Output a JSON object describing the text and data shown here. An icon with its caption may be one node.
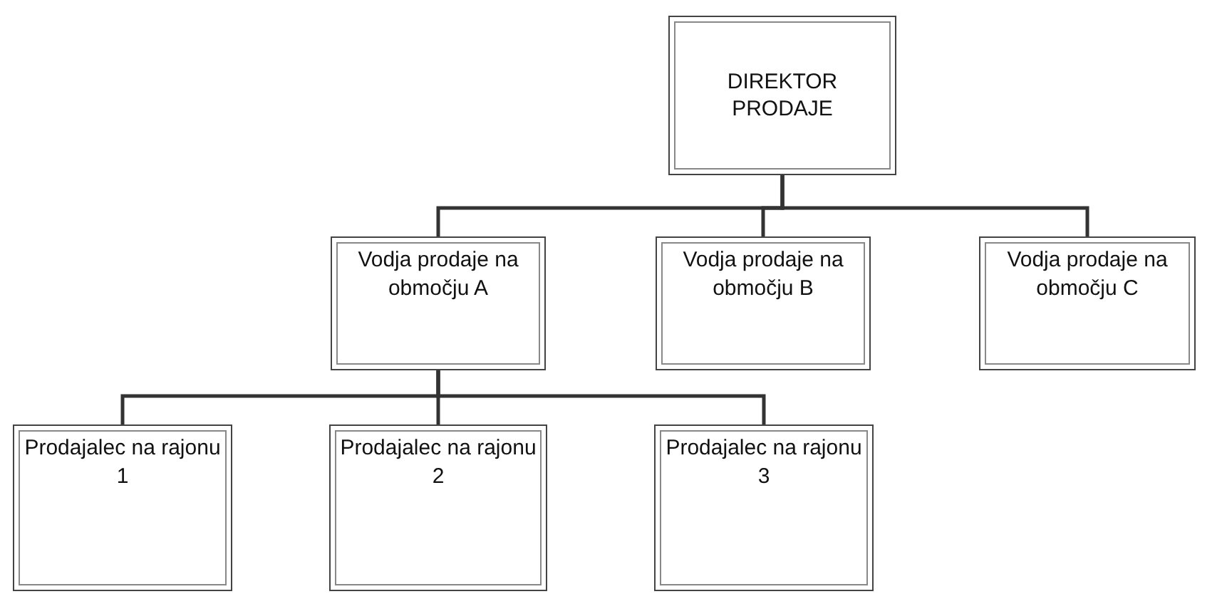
{
  "diagram": {
    "nodes": [
      {
        "text": [
          "DIREKTOR PRODAJE"
        ]
      },
      {
        "text": [
          "Vodja prodaje na območju A"
        ]
      },
      {
        "text": [
          "Vodja prodaje na območju B"
        ]
      },
      {
        "text": [
          "Vodja prodaje na območju C"
        ]
      },
      {
        "text": [
          "Prodajalec na rajonu 1"
        ]
      },
      {
        "text": [
          "Prodajalec na rajonu 2"
        ]
      },
      {
        "text": [
          "Prodajalec na rajonu 3"
        ]
      }
    ],
    "edges": [
      {
        "from": 0,
        "to": 1,
        "arrow": "none"
      },
      {
        "from": 0,
        "to": 2,
        "arrow": "none"
      },
      {
        "from": 0,
        "to": 3,
        "arrow": "none"
      },
      {
        "from": 1,
        "to": 4,
        "arrow": "none"
      },
      {
        "from": 1,
        "to": 5,
        "arrow": "none"
      },
      {
        "from": 1,
        "to": 6,
        "arrow": "none"
      }
    ]
  }
}
